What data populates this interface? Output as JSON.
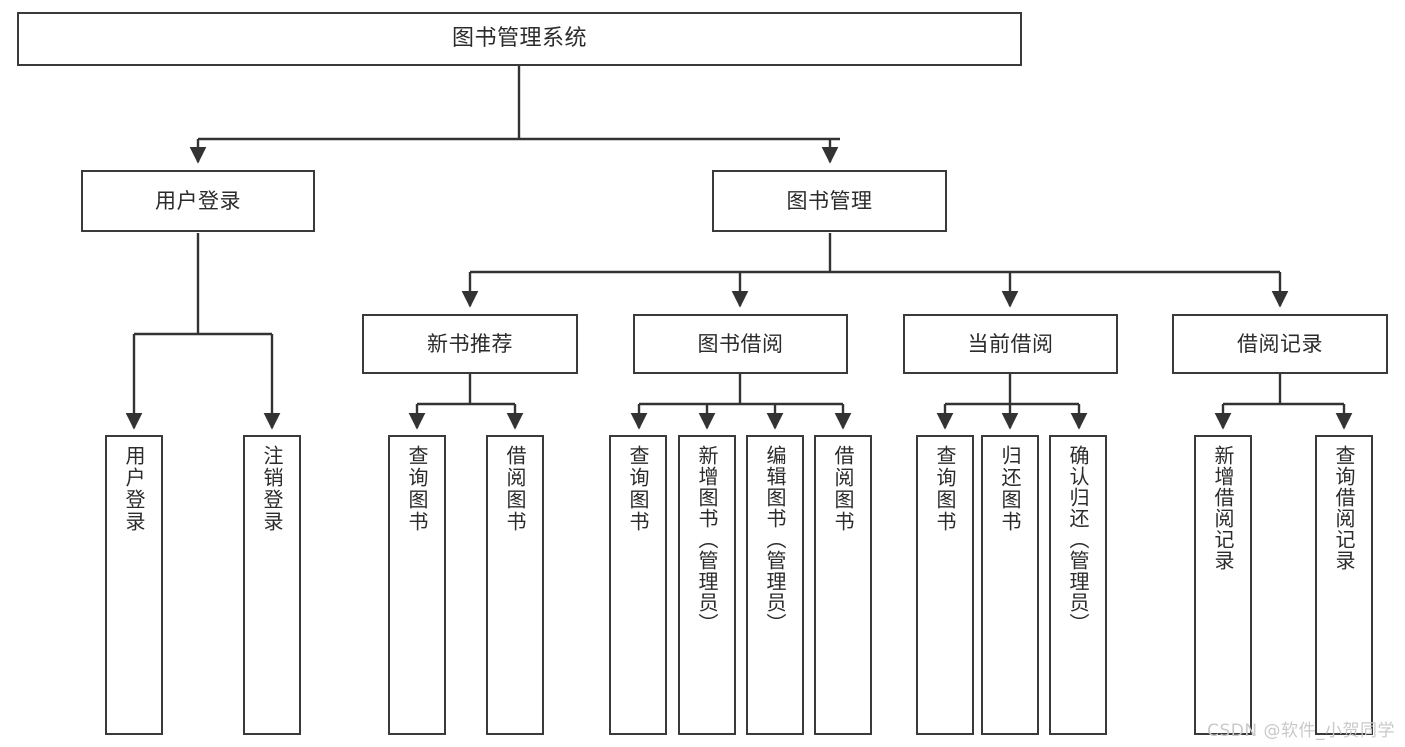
{
  "diagram": {
    "title": "图书管理系统",
    "watermark": "CSDN @软件_小贺同学",
    "colors": {
      "box_border": "#3a3a3a",
      "box_fill": "#ffffff",
      "connector": "#333333",
      "text": "#2b2b2b",
      "watermark": "#c9c9c9"
    },
    "levels": {
      "root": "图书管理系统",
      "level2": [
        "用户登录",
        "图书管理"
      ],
      "level3": [
        "新书推荐",
        "图书借阅",
        "当前借阅",
        "借阅记录"
      ]
    },
    "nodes": {
      "root": {
        "label": "图书管理系统"
      },
      "user_login": {
        "label": "用户登录"
      },
      "book_manage": {
        "label": "图书管理"
      },
      "new_book_rec": {
        "label": "新书推荐"
      },
      "book_borrow": {
        "label": "图书借阅"
      },
      "current_borrow": {
        "label": "当前借阅"
      },
      "borrow_record": {
        "label": "借阅记录"
      },
      "leaf_user_login": {
        "label": "用户登录"
      },
      "leaf_logout": {
        "label": "注销登录"
      },
      "leaf_query_book_1": {
        "label": "查询图书"
      },
      "leaf_borrow_book_1": {
        "label": "借阅图书"
      },
      "leaf_query_book_2": {
        "label": "查询图书"
      },
      "leaf_add_book": {
        "label": "新增图书（管理员）"
      },
      "leaf_edit_book": {
        "label": "编辑图书（管理员）"
      },
      "leaf_borrow_book_2": {
        "label": "借阅图书"
      },
      "leaf_query_book_3": {
        "label": "查询图书"
      },
      "leaf_return_book": {
        "label": "归还图书"
      },
      "leaf_confirm_return": {
        "label": "确认归还（管理员）"
      },
      "leaf_add_record": {
        "label": "新增借阅记录"
      },
      "leaf_query_record": {
        "label": "查询借阅记录"
      }
    },
    "edges": [
      {
        "from": "root",
        "to": "user_login"
      },
      {
        "from": "root",
        "to": "book_manage"
      },
      {
        "from": "user_login",
        "to": "leaf_user_login"
      },
      {
        "from": "user_login",
        "to": "leaf_logout"
      },
      {
        "from": "book_manage",
        "to": "new_book_rec"
      },
      {
        "from": "book_manage",
        "to": "book_borrow"
      },
      {
        "from": "book_manage",
        "to": "current_borrow"
      },
      {
        "from": "book_manage",
        "to": "borrow_record"
      },
      {
        "from": "new_book_rec",
        "to": "leaf_query_book_1"
      },
      {
        "from": "new_book_rec",
        "to": "leaf_borrow_book_1"
      },
      {
        "from": "book_borrow",
        "to": "leaf_query_book_2"
      },
      {
        "from": "book_borrow",
        "to": "leaf_add_book"
      },
      {
        "from": "book_borrow",
        "to": "leaf_edit_book"
      },
      {
        "from": "book_borrow",
        "to": "leaf_borrow_book_2"
      },
      {
        "from": "current_borrow",
        "to": "leaf_query_book_3"
      },
      {
        "from": "current_borrow",
        "to": "leaf_return_book"
      },
      {
        "from": "current_borrow",
        "to": "leaf_confirm_return"
      },
      {
        "from": "borrow_record",
        "to": "leaf_add_record"
      },
      {
        "from": "borrow_record",
        "to": "leaf_query_record"
      }
    ]
  }
}
